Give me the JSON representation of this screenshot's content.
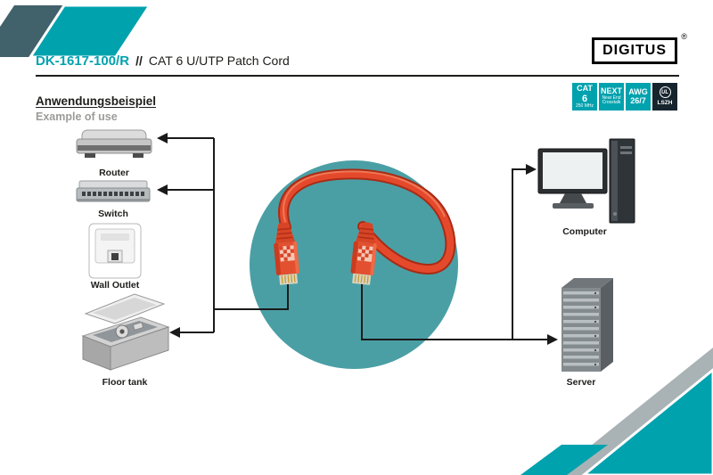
{
  "header": {
    "product_code": "DK-1617-100/R",
    "separator": "//",
    "product_name": "CAT 6 U/UTP Patch Cord",
    "brand": "DIGITUS",
    "reg_mark": "®"
  },
  "certification_badges": {
    "cat": {
      "line1": "CAT",
      "line2": "6",
      "line3": "250 MHz"
    },
    "next": {
      "line1": "NEXT",
      "line2": "Near End",
      "line3": "Crosstalk"
    },
    "awg": {
      "line1": "AWG",
      "line2": "26/7"
    },
    "lszh": {
      "logo": "UL",
      "label": "LSZH"
    }
  },
  "section": {
    "title": "Anwendungsbeispiel",
    "subtitle": "Example of use"
  },
  "device_labels": {
    "router": "Router",
    "switch": "Switch",
    "wall_outlet": "Wall Outlet",
    "floor_tank": "Floor tank",
    "computer": "Computer",
    "server": "Server"
  },
  "colors": {
    "accent_teal": "#00a2ae",
    "circle_teal": "#4a9fa5",
    "corner_slate": "#41616b",
    "corner_gray": "#a9b2b5",
    "cable_red": "#e5492c",
    "cable_red_dark": "#a82c15",
    "line_black": "#1a1a1a"
  }
}
